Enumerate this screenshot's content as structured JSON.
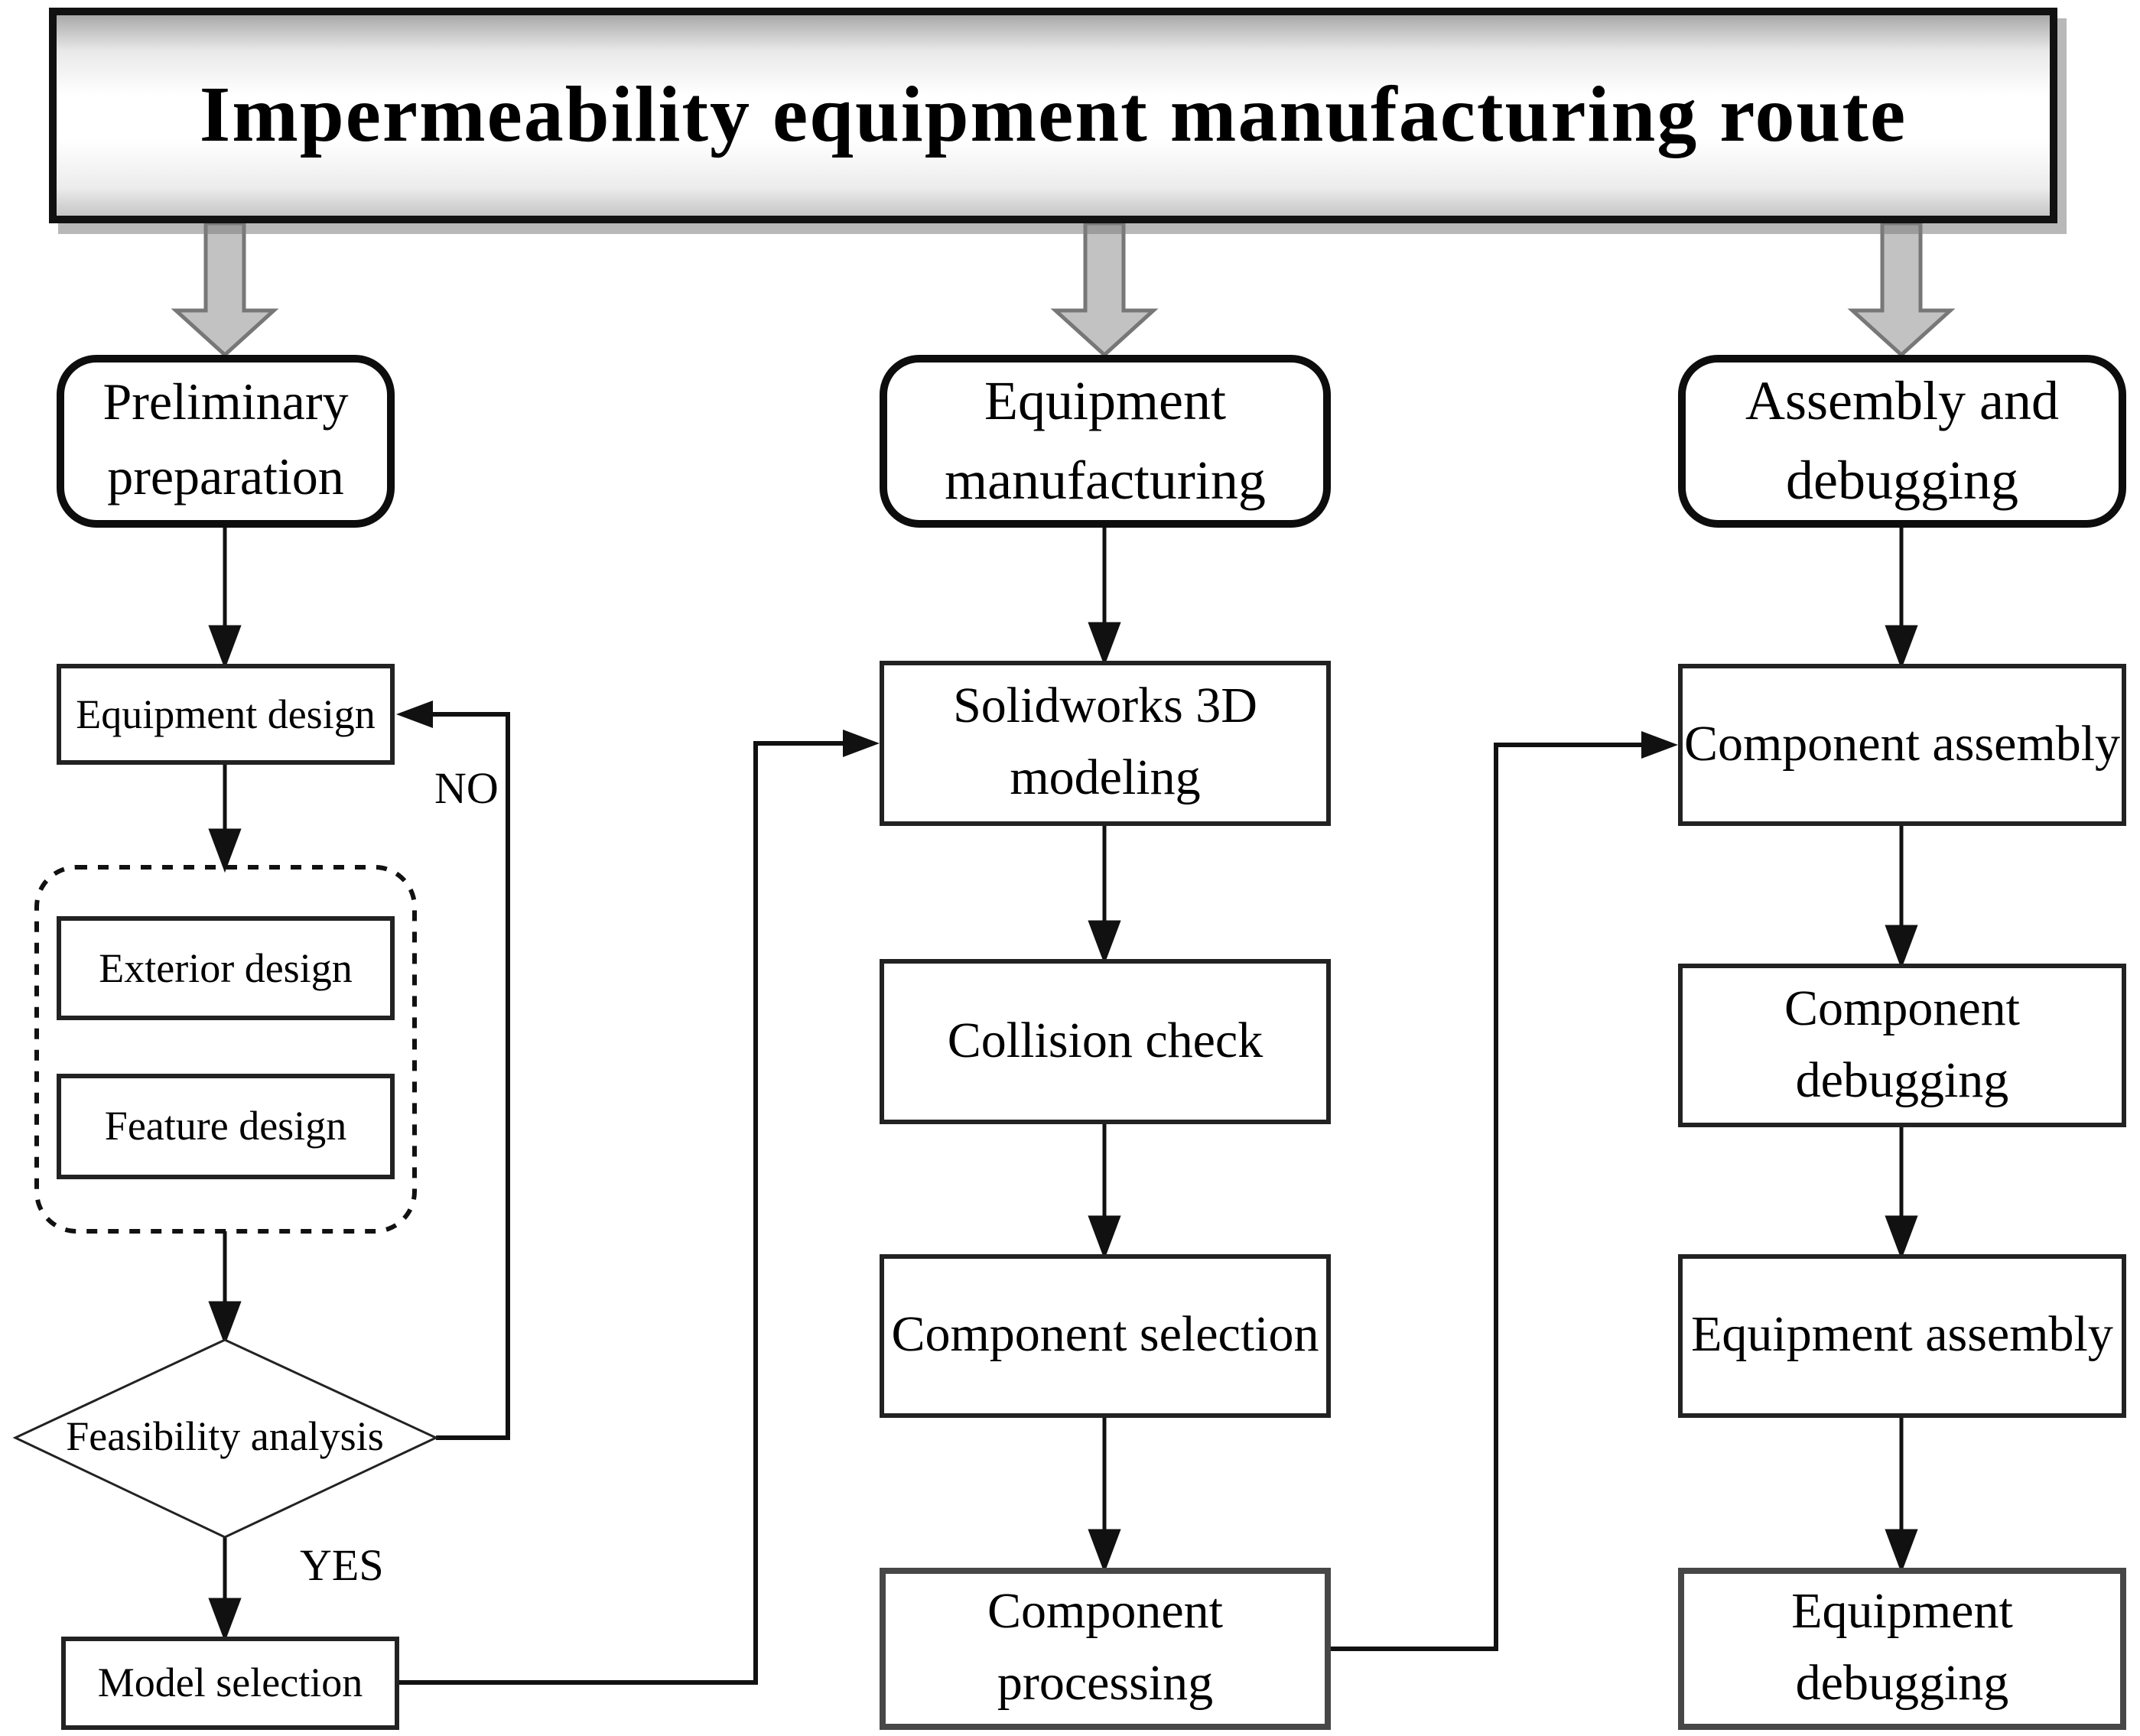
{
  "title": "Impermeability equipment manufacturing route",
  "decision_labels": {
    "no": "NO",
    "yes": "YES"
  },
  "columns": {
    "preparation": {
      "phase": "Preliminary preparation",
      "steps": {
        "equipment_design": "Equipment design",
        "exterior_design": "Exterior design",
        "feature_design": "Feature design",
        "feasibility_analysis": "Feasibility analysis",
        "model_selection": "Model selection"
      }
    },
    "manufacturing": {
      "phase": "Equipment manufacturing",
      "steps": {
        "solidworks_modeling": "Solidworks 3D modeling",
        "collision_check": "Collision check",
        "component_selection": "Component selection",
        "component_processing": "Component processing"
      }
    },
    "assembly": {
      "phase": "Assembly and debugging",
      "steps": {
        "component_assembly": "Component assembly",
        "component_debugging": "Component debugging",
        "equipment_assembly": "Equipment assembly",
        "equipment_debugging": "Equipment debugging"
      }
    }
  }
}
